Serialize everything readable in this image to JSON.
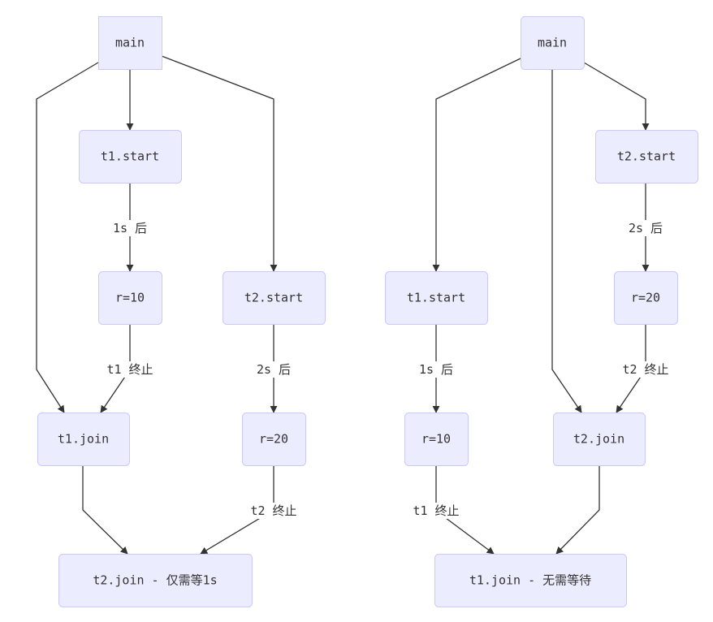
{
  "diagrams": [
    {
      "id": "left",
      "nodes": [
        {
          "id": "main",
          "label": "main",
          "shape": "square"
        },
        {
          "id": "t1start",
          "label": "t1.start",
          "shape": "round"
        },
        {
          "id": "r10",
          "label": "r=10",
          "shape": "round"
        },
        {
          "id": "t2start",
          "label": "t2.start",
          "shape": "round"
        },
        {
          "id": "t1join",
          "label": "t1.join",
          "shape": "round"
        },
        {
          "id": "r20",
          "label": "r=20",
          "shape": "round"
        },
        {
          "id": "t2join",
          "label": "t2.join - 仅需等1s",
          "shape": "round"
        }
      ],
      "edges": [
        {
          "from": "main",
          "to": "t1join",
          "label": ""
        },
        {
          "from": "main",
          "to": "t1start",
          "label": ""
        },
        {
          "from": "main",
          "to": "t2start",
          "label": ""
        },
        {
          "from": "t1start",
          "to": "r10",
          "label": "1s 后"
        },
        {
          "from": "r10",
          "to": "t1join",
          "label": "t1 终止"
        },
        {
          "from": "t2start",
          "to": "r20",
          "label": "2s 后"
        },
        {
          "from": "t1join",
          "to": "t2join",
          "label": ""
        },
        {
          "from": "r20",
          "to": "t2join",
          "label": "t2 终止"
        }
      ]
    },
    {
      "id": "right",
      "nodes": [
        {
          "id": "main",
          "label": "main",
          "shape": "round"
        },
        {
          "id": "t2start",
          "label": "t2.start",
          "shape": "round"
        },
        {
          "id": "t1start",
          "label": "t1.start",
          "shape": "round"
        },
        {
          "id": "r20",
          "label": "r=20",
          "shape": "round"
        },
        {
          "id": "r10",
          "label": "r=10",
          "shape": "round"
        },
        {
          "id": "t2join",
          "label": "t2.join",
          "shape": "round"
        },
        {
          "id": "t1join",
          "label": "t1.join - 无需等待",
          "shape": "round"
        }
      ],
      "edges": [
        {
          "from": "main",
          "to": "t1start",
          "label": ""
        },
        {
          "from": "main",
          "to": "t2join",
          "label": ""
        },
        {
          "from": "main",
          "to": "t2start",
          "label": ""
        },
        {
          "from": "t2start",
          "to": "r20",
          "label": "2s 后"
        },
        {
          "from": "t1start",
          "to": "r10",
          "label": "1s 后"
        },
        {
          "from": "r20",
          "to": "t2join",
          "label": "t2 终止"
        },
        {
          "from": "r10",
          "to": "t1join",
          "label": "t1 终止"
        },
        {
          "from": "t2join",
          "to": "t1join",
          "label": ""
        }
      ]
    }
  ],
  "colors": {
    "node_fill": "#ececff",
    "node_stroke": "#c9c9ff",
    "edge": "#333333",
    "text": "#333333"
  }
}
